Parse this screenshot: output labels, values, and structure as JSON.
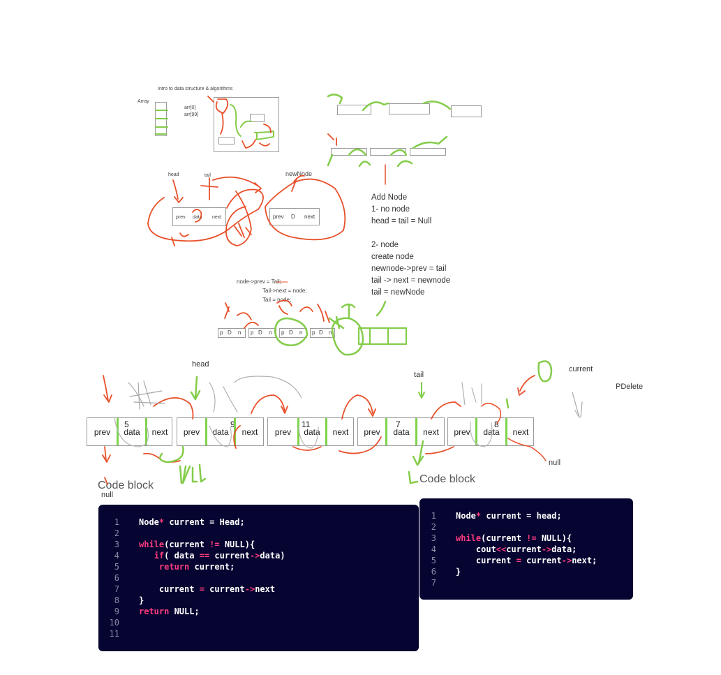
{
  "top_diagram": {
    "title": "Intro to data structure & algorithms",
    "array_label": "Array",
    "arr_first": "arr[0]",
    "arr_last": "arr[99]"
  },
  "dll_sketch": {
    "head_label": "head",
    "tail_label": "tail",
    "newnode_label": "newNode",
    "node1": {
      "prev": "prev",
      "data": "data",
      "next": "next"
    },
    "node2": {
      "prev": "prev",
      "data": "D",
      "next": "next"
    }
  },
  "add_node_notes": [
    "Add Node",
    "1- no node",
    "head = tail = Null",
    "",
    "2- node",
    "create node",
    "newnode->prev = tail",
    "tail -> next = newnode",
    "tail = newNode"
  ],
  "small_code": [
    "node->prev = Tail;",
    "Tail->next = node;",
    "Tail = node;"
  ],
  "mini_nodes": [
    "p",
    "D",
    "n"
  ],
  "list": {
    "head_label": "head",
    "tail_label": "tail",
    "current_label": "current",
    "pdelete_label": "PDelete",
    "null_left": "null",
    "null_right": "null",
    "null_scribble": "NULL",
    "nodes": [
      {
        "prev": "prev",
        "value": "5",
        "data": "data",
        "next": "next"
      },
      {
        "prev": "prev",
        "value": "9",
        "data": "data",
        "next": "next"
      },
      {
        "prev": "prev",
        "value": "11",
        "data": "data",
        "next": "next"
      },
      {
        "prev": "prev",
        "value": "7",
        "data": "data",
        "next": "next"
      },
      {
        "prev": "prev",
        "value": "8",
        "data": "data",
        "next": "next"
      }
    ]
  },
  "code_block_left": {
    "title": "Code block",
    "lines": [
      "1",
      "2",
      "3",
      "4",
      "5",
      "6",
      "7",
      "8",
      "9",
      "10",
      "11"
    ]
  },
  "code_block_right": {
    "title": "Code block",
    "lines": [
      "1",
      "2",
      "3",
      "4",
      "5",
      "6",
      "7"
    ]
  },
  "colors": {
    "red": "#e8502a",
    "green": "#84cc4a",
    "code_bg": "#060431",
    "keyword": "#ff3d7f"
  }
}
